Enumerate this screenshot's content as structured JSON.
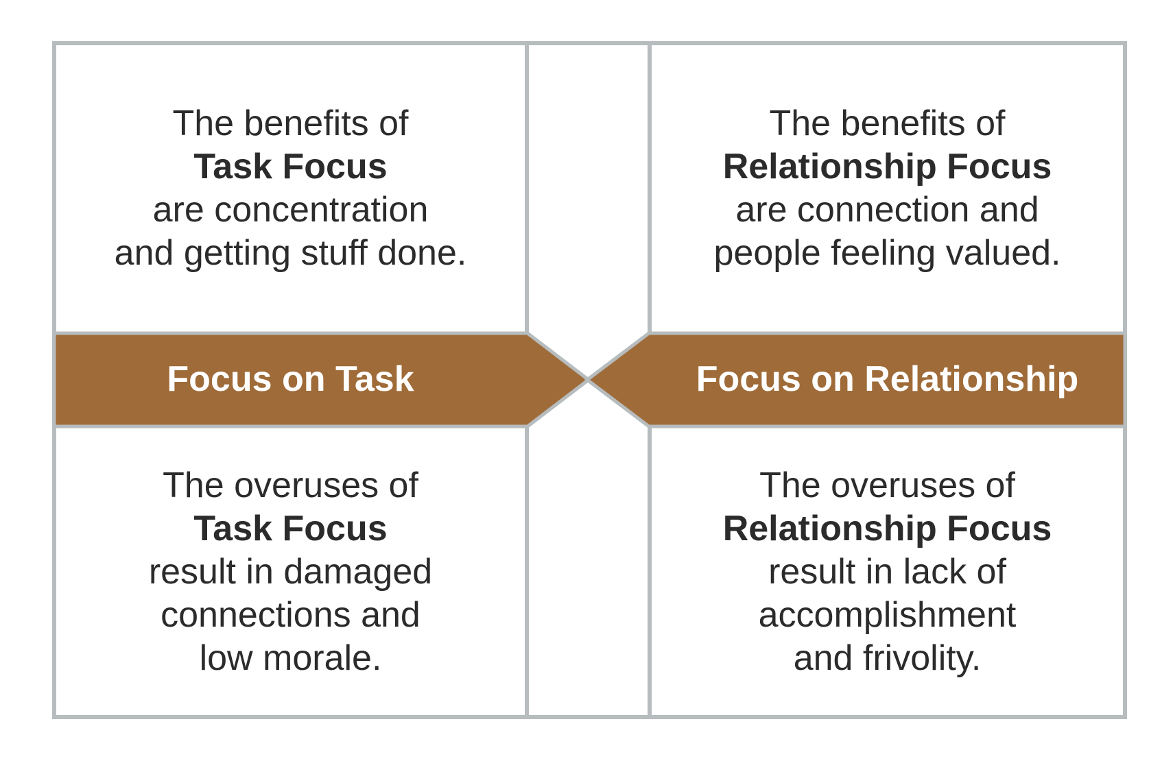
{
  "colors": {
    "band_brown": "#9f6b38",
    "border_gray": "#b7bcbe",
    "text_dark": "#2b2b2b",
    "band_text": "#ffffff",
    "background": "#ffffff"
  },
  "bands": {
    "left_label": "Focus on Task",
    "right_label": "Focus on Relationship"
  },
  "quadrants": {
    "top_left": {
      "lines": [
        "The benefits of",
        "Task Focus",
        "are concentration",
        "and getting stuff done."
      ]
    },
    "top_right": {
      "lines": [
        "The benefits of",
        "Relationship Focus",
        "are connection and",
        "people feeling valued."
      ]
    },
    "bottom_left": {
      "lines": [
        "The overuses of",
        "Task Focus",
        "result in damaged",
        "connections and",
        "low morale."
      ]
    },
    "bottom_right": {
      "lines": [
        "The overuses of",
        "Relationship Focus",
        "result in lack of",
        "accomplishment",
        "and frivolity."
      ]
    }
  }
}
